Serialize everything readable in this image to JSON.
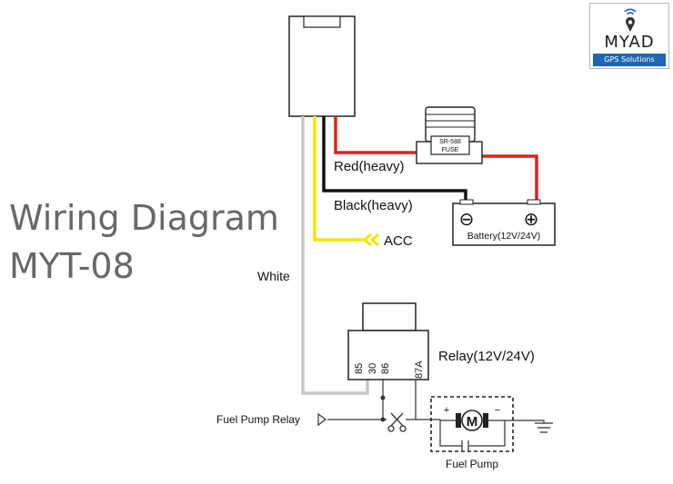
{
  "title": {
    "line1": "Wiring Diagram",
    "line2": "MYT-08"
  },
  "logo": {
    "brand": "MYAD",
    "tagline": "GPS Solutions"
  },
  "wires": {
    "red": "Red(heavy)",
    "black": "Black(heavy)",
    "acc": "ACC",
    "white": "White"
  },
  "fuse": {
    "model": "SR-588",
    "label": "FUSE"
  },
  "battery": {
    "label": "Battery(12V/24V)",
    "negative": "⊖",
    "positive": "⊕"
  },
  "relay": {
    "label": "Relay(12V/24V)",
    "pins": [
      "85",
      "30",
      "86",
      "87A"
    ]
  },
  "fuel_pump_relay": "Fuel Pump Relay",
  "fuel_pump": {
    "label": "Fuel Pump",
    "motor": "M",
    "plus": "+",
    "minus": "−"
  },
  "colors": {
    "red_wire": "#e0221c",
    "black_wire": "#111111",
    "acc_wire": "#f4e600",
    "white_wire": "#c8c8c8",
    "logo_strip": "#1f67b3"
  }
}
